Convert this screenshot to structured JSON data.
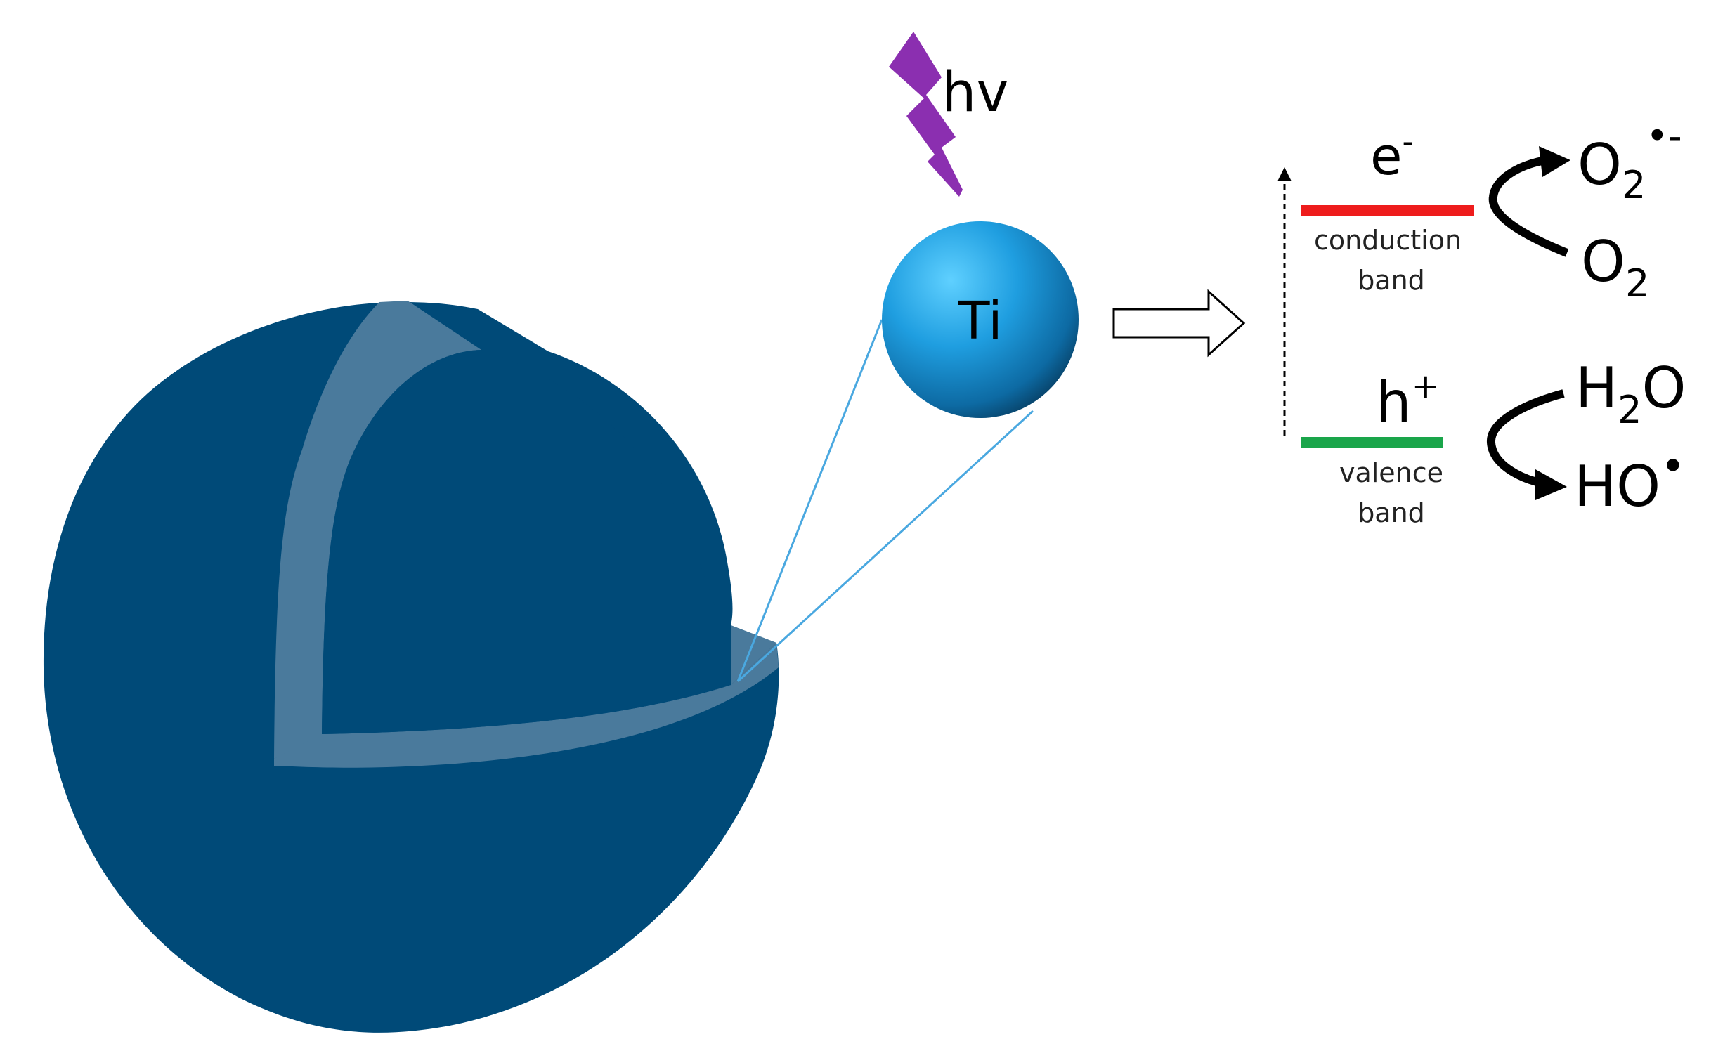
{
  "diagram": {
    "photon": {
      "label": "hv",
      "color": "#8b2fb0"
    },
    "particle": {
      "label": "Ti"
    },
    "core_shell": {
      "core_color": "#004a78",
      "shell_color": "#4a7a9c",
      "zoom_line_color": "#4aa8e0"
    },
    "band_diagram": {
      "conduction_band": {
        "label_line1": "conduction",
        "label_line2": "band",
        "carrier": "e",
        "carrier_charge": "-",
        "color": "#ee1c1c"
      },
      "valence_band": {
        "label_line1": "valence",
        "label_line2": "band",
        "carrier": "h",
        "carrier_charge": "+",
        "color": "#1aa54a"
      }
    },
    "reactions": {
      "reduction": {
        "product_main": "O",
        "product_sub": "2",
        "product_sup": "•-",
        "reactant_main": "O",
        "reactant_sub": "2"
      },
      "oxidation": {
        "reactant_a": "H",
        "reactant_sub": "2",
        "reactant_b": "O",
        "product_main": "HO",
        "product_sup": "•"
      }
    }
  }
}
